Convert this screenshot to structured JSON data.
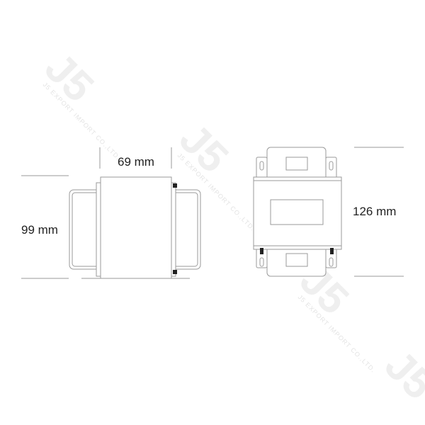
{
  "side_view": {
    "width_label": "69 mm",
    "height_label": "99 mm"
  },
  "top_view": {
    "length_label": "126 mm"
  },
  "watermark": {
    "logo": "J5",
    "text": "J5 EXPORT IMPORT CO.,LTD."
  },
  "colors": {
    "line": "#9a9a9a",
    "text": "#222222",
    "terminal": "#222222"
  }
}
